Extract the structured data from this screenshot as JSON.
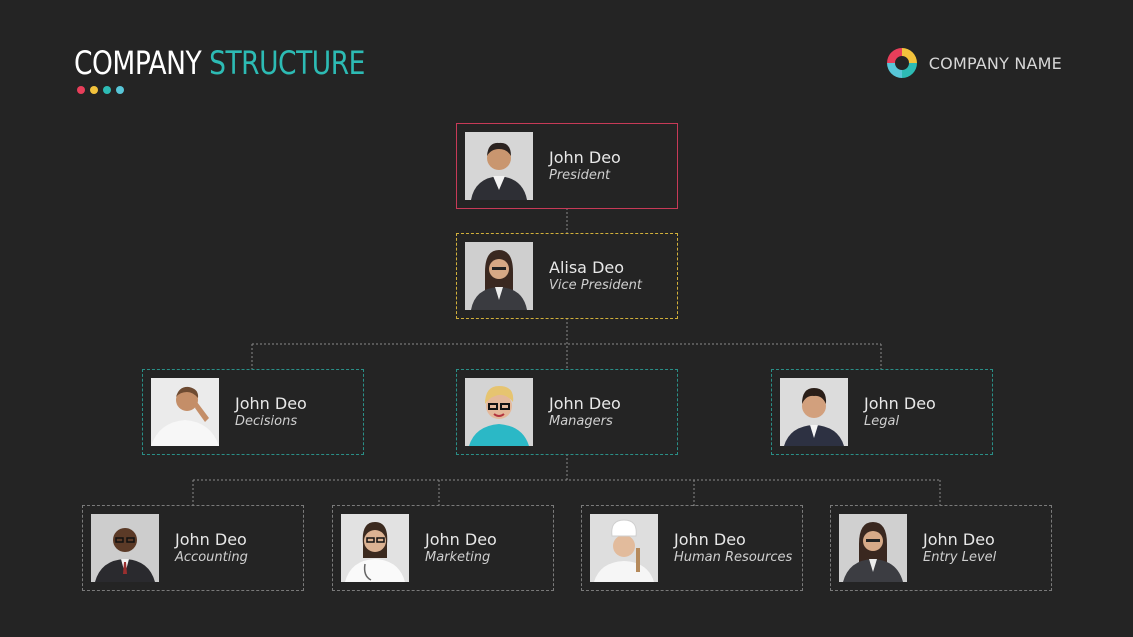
{
  "header": {
    "title_part1": "COMPANY",
    "title_part2": "STRUCTURE",
    "dots": [
      "#e83e5a",
      "#f2c23c",
      "#2dbbb4",
      "#58c6d8"
    ],
    "brand_name": "COMPANY NAME"
  },
  "colors": {
    "accent_teal": "#2dbbb4",
    "level1_border": "#c73a57",
    "level2_border": "#d2b03a",
    "level3_border": "#2a8f87",
    "level4_border": "#8c8c8c",
    "connector": "#8a8a8a"
  },
  "org": {
    "president": {
      "name": "John Deo",
      "role": "President"
    },
    "vice_president": {
      "name": "Alisa Deo",
      "role": "Vice President"
    },
    "level3": [
      {
        "name": "John Deo",
        "role": "Decisions"
      },
      {
        "name": "John Deo",
        "role": "Managers"
      },
      {
        "name": "John Deo",
        "role": "Legal"
      }
    ],
    "level4": [
      {
        "name": "John Deo",
        "role": "Accounting"
      },
      {
        "name": "John Deo",
        "role": "Marketing"
      },
      {
        "name": "John Deo",
        "role": "Human Resources"
      },
      {
        "name": "John Deo",
        "role": "Entry Level"
      }
    ]
  }
}
